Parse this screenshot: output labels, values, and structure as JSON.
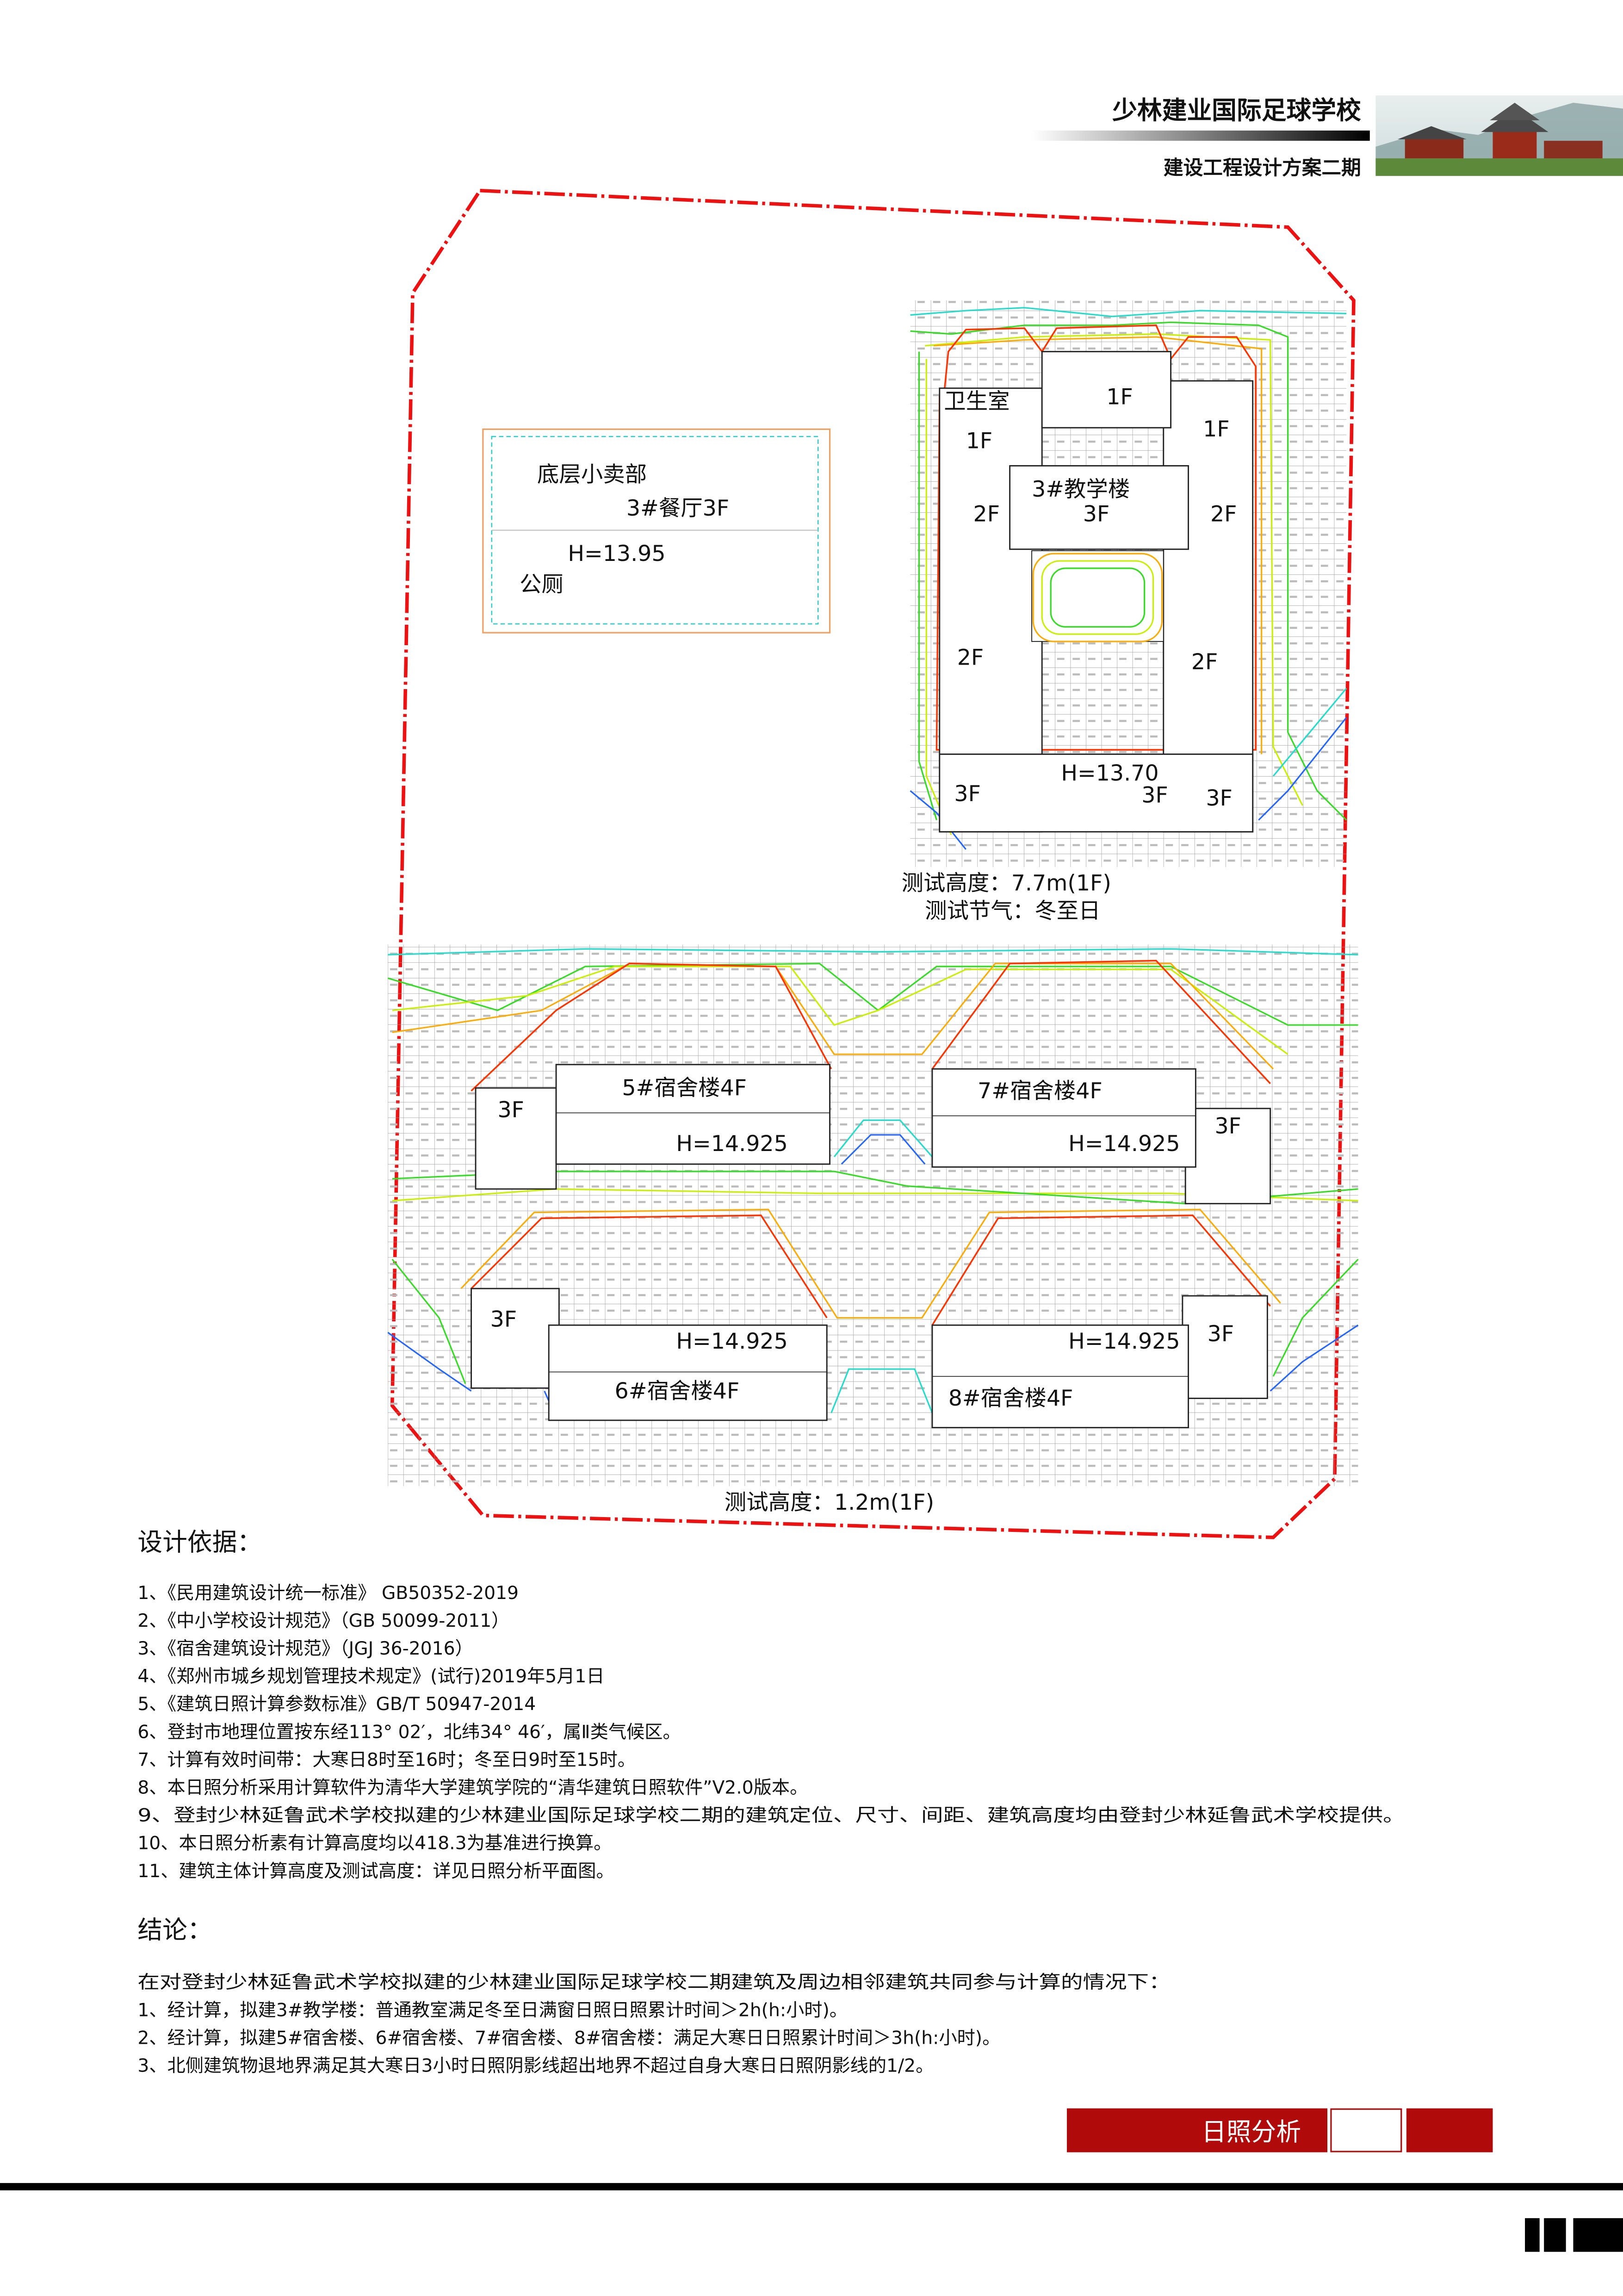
{
  "header": {
    "title": "少林建业国际足球学校",
    "subtitle": "建设工程设计方案二期"
  },
  "canteen": {
    "label_shop": "底层小卖部",
    "label_name": "3#餐厅3F",
    "height": "H=13.95",
    "label_toilet": "公厕"
  },
  "school_plan": {
    "clinic": "卫生室",
    "floor_1f_a": "1F",
    "floor_1f_b": "1F",
    "floor_1f_c": "1F",
    "building": "3#教学楼",
    "floor_3f_main": "3F",
    "floor_2f_a": "2F",
    "floor_2f_b": "2F",
    "floor_2f_c": "2F",
    "floor_2f_d": "2F",
    "height": "H=13.70",
    "floor_3f_a": "3F",
    "floor_3f_b": "3F",
    "floor_3f_c": "3F",
    "test_height": "测试高度：7.7m(1F)",
    "test_term": "测试节气：冬至日"
  },
  "dorm_plan": {
    "d5": {
      "name": "5#宿舍楼4F",
      "height": "H=14.925",
      "wing": "3F"
    },
    "d7": {
      "name": "7#宿舍楼4F",
      "height": "H=14.925",
      "wing": "3F"
    },
    "d6": {
      "name": "6#宿舍楼4F",
      "height": "H=14.925",
      "wing": "3F"
    },
    "d8": {
      "name": "8#宿舍楼4F",
      "height": "H=14.925",
      "wing": "3F"
    },
    "test_height": "测试高度：1.2m(1F)"
  },
  "basis": {
    "title": "设计依据：",
    "items": [
      "1、《民用建筑设计统一标准》 GB50352-2019",
      "2、《中小学校设计规范》（GB 50099-2011）",
      "3、《宿舍建筑设计规范》（JGJ 36-2016）",
      "4、《郑州市城乡规划管理技术规定》(试行)2019年5月1日",
      "5、《建筑日照计算参数标准》GB/T 50947-2014",
      "6、登封市地理位置按东经113° 02′，北纬34° 46′，属Ⅱ类气候区。",
      "7、计算有效时间带：大寒日8时至16时；冬至日9时至15时。",
      "8、本日照分析采用计算软件为清华大学建筑学院的“清华建筑日照软件”V2.0版本。",
      "9、登封少林延鲁武术学校拟建的少林建业国际足球学校二期的建筑定位、尺寸、间距、建筑高度均由登封少林延鲁武术学校提供。",
      "10、本日照分析素有计算高度均以418.3为基准进行换算。",
      "11、建筑主体计算高度及测试高度：详见日照分析平面图。"
    ]
  },
  "conclusion": {
    "title": "结论：",
    "intro": "在对登封少林延鲁武术学校拟建的少林建业国际足球学校二期建筑及周边相邻建筑共同参与计算的情况下：",
    "items": [
      "1、经计算，拟建3#教学楼：普通教室满足冬至日满窗日照日照累计时间＞2h(h:小时)。",
      "2、经计算，拟建5#宿舍楼、6#宿舍楼、7#宿舍楼、8#宿舍楼：满足大寒日日照累计时间＞3h(h:小时)。",
      "3、北侧建筑物退地界满足其大寒日3小时日照阴影线超出地界不超过自身大寒日日照阴影线的1/2。"
    ]
  },
  "footer": {
    "sheet_title": "日照分析"
  },
  "colors": {
    "accent_red": "#b00a0a",
    "boundary_red": "#ee1111"
  }
}
